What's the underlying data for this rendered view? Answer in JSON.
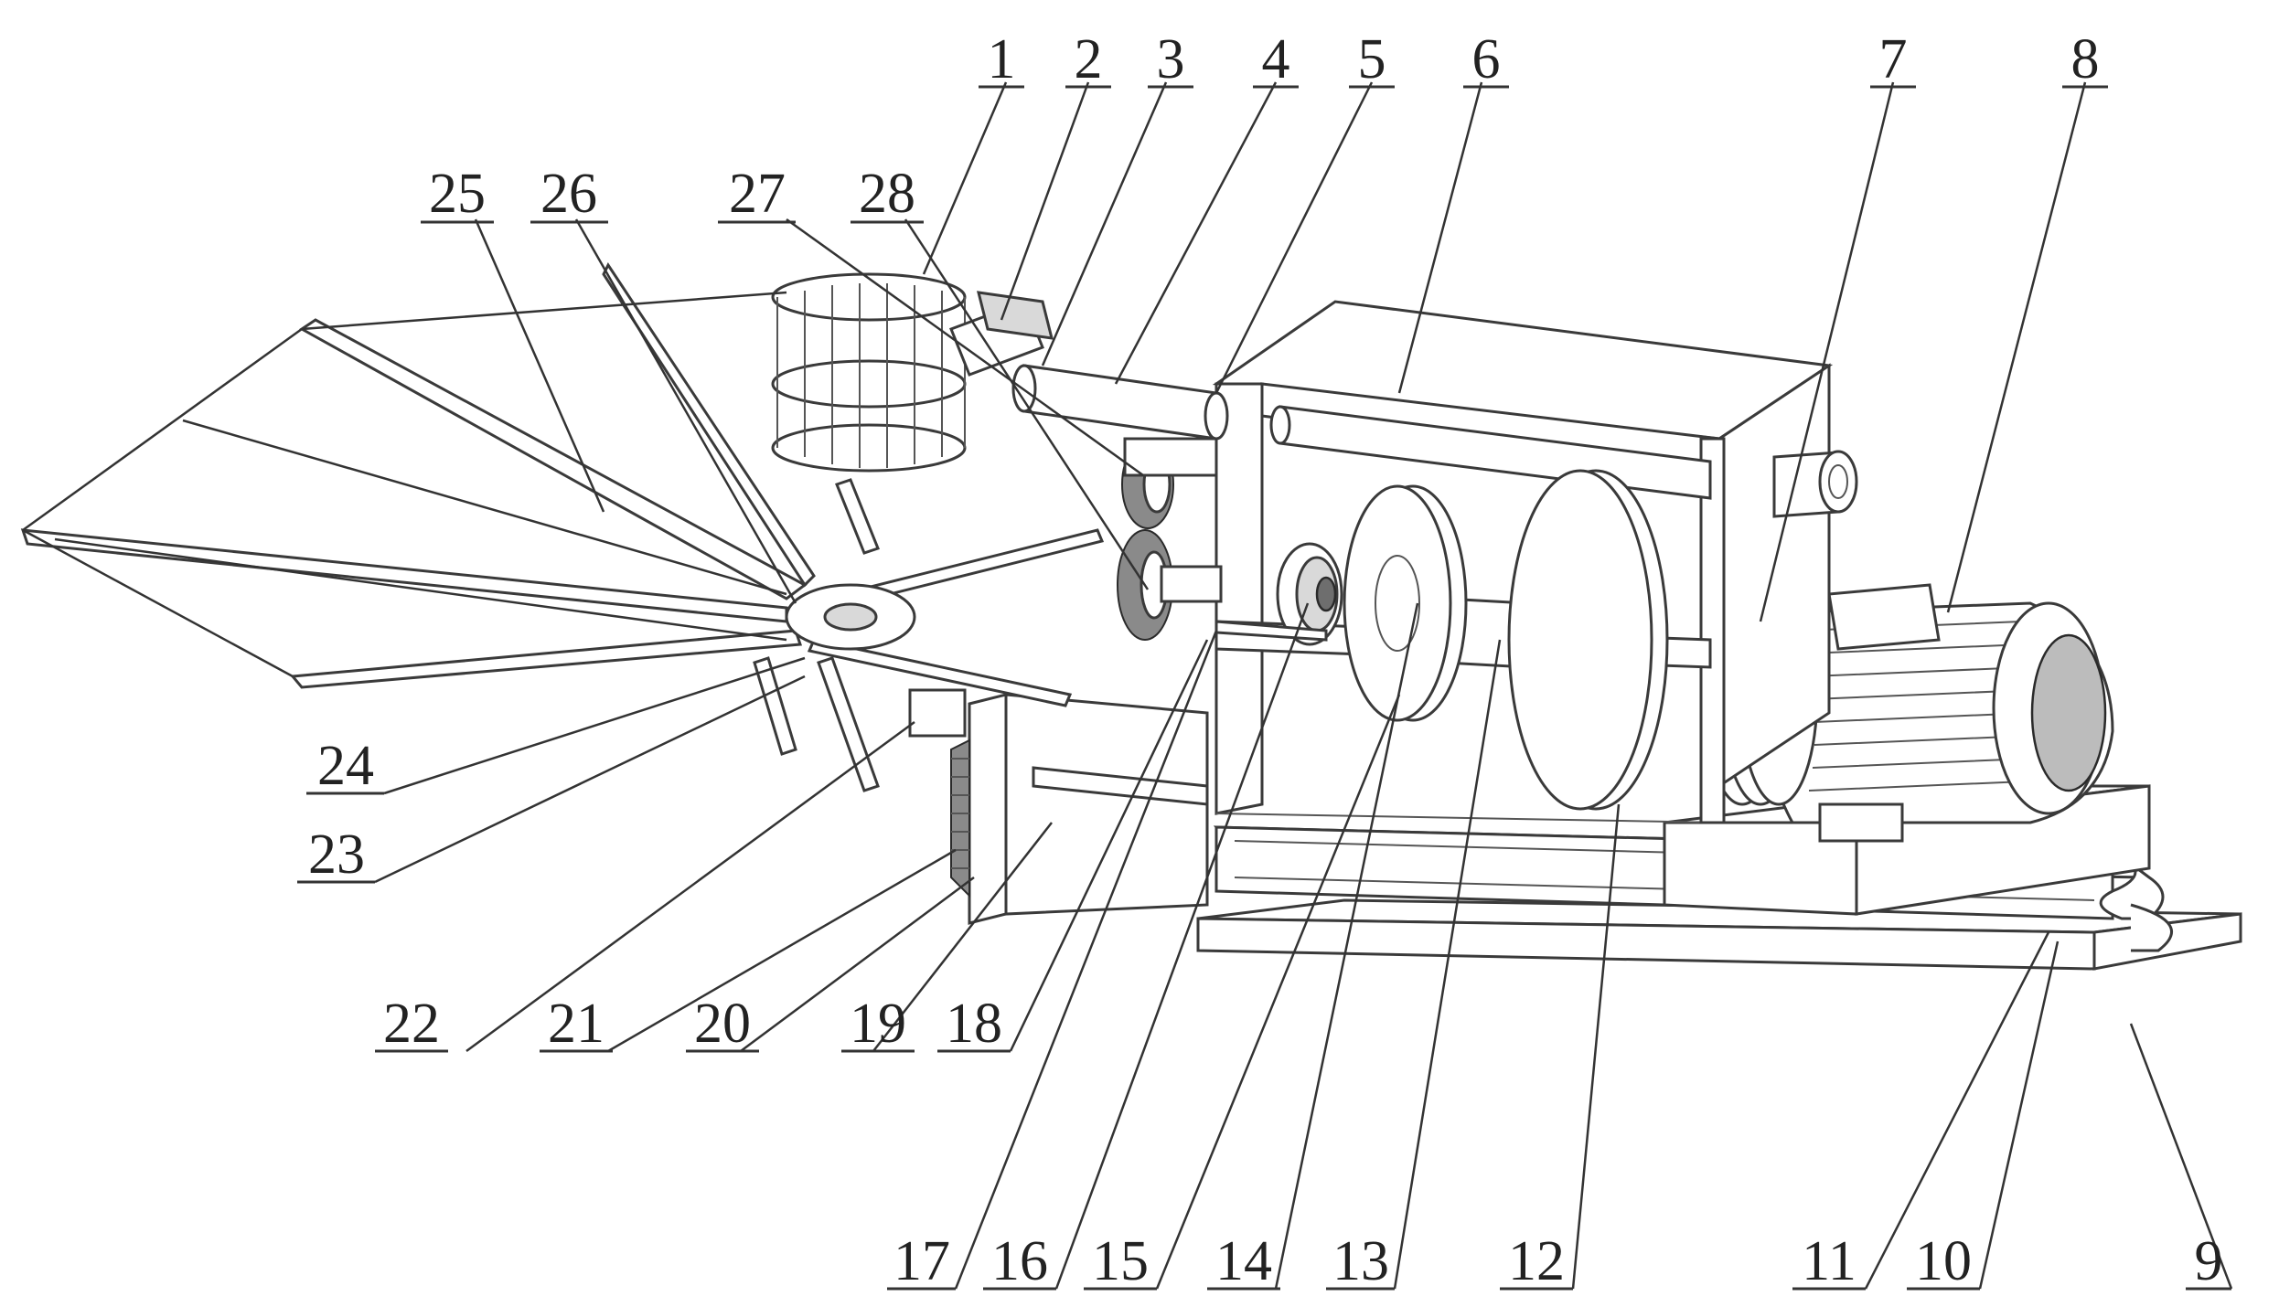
{
  "labels": {
    "l1": "1",
    "l2": "2",
    "l3": "3",
    "l4": "4",
    "l5": "5",
    "l6": "6",
    "l7": "7",
    "l8": "8",
    "l9": "9",
    "l10": "10",
    "l11": "11",
    "l12": "12",
    "l13": "13",
    "l14": "14",
    "l15": "15",
    "l16": "16",
    "l17": "17",
    "l18": "18",
    "l19": "19",
    "l20": "20",
    "l21": "21",
    "l22": "22",
    "l23": "23",
    "l24": "24",
    "l25": "25",
    "l26": "26",
    "l27": "27",
    "l28": "28"
  }
}
